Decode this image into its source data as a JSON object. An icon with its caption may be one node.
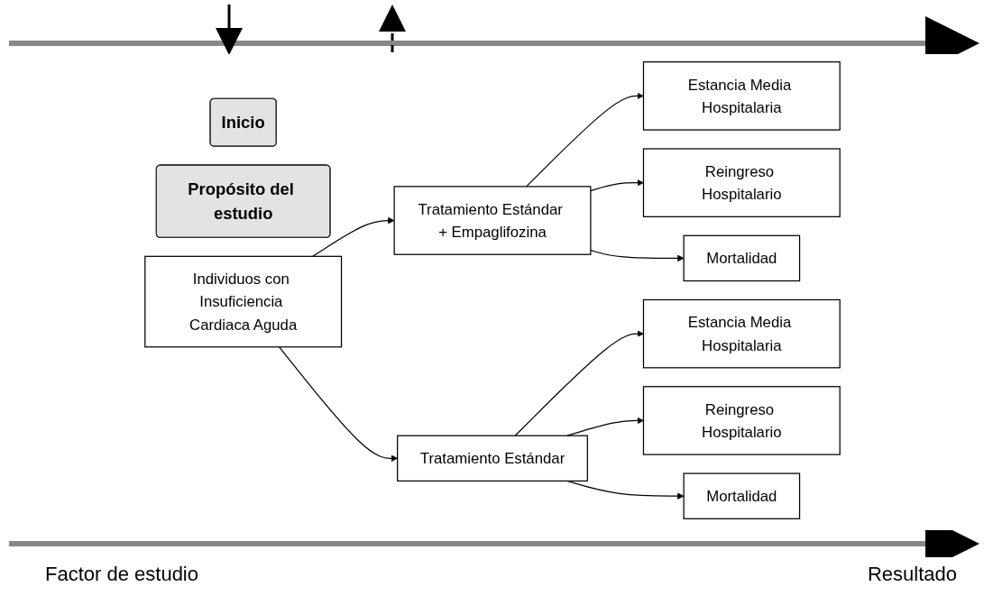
{
  "diagram": {
    "nodes": [
      {
        "text": [
          "Inicio"
        ]
      },
      {
        "text": [
          "Individuos con Insuficiencia Cardiaca Aguda"
        ]
      },
      {
        "text": [
          "Tratamiento Estándar + Empaglifozina"
        ]
      },
      {
        "text": [
          "Estancia Media Hospitalaria"
        ]
      },
      {
        "text": [
          "Reingreso Hospitalario"
        ]
      },
      {
        "text": [
          "Mortalidad"
        ]
      },
      {
        "text": [
          "Tratamiento Estándar"
        ]
      },
      {
        "text": [
          "Estancia Media Hospitalaria"
        ]
      },
      {
        "text": [
          "Reingreso Hospitalario"
        ]
      },
      {
        "text": [
          "Mortalidad"
        ]
      },
      {
        "text": [
          "Propósito del estudio"
        ]
      }
    ],
    "edges": [
      {
        "from": 1,
        "to": 2,
        "arrow": "to"
      },
      {
        "from": 1,
        "to": 6,
        "arrow": "to"
      },
      {
        "from": 2,
        "to": 3,
        "arrow": "to"
      },
      {
        "from": 2,
        "to": 4,
        "arrow": "to"
      },
      {
        "from": 2,
        "to": 5,
        "arrow": "to"
      },
      {
        "from": 6,
        "to": 7,
        "arrow": "to"
      },
      {
        "from": 6,
        "to": 8,
        "arrow": "to"
      },
      {
        "from": 6,
        "to": 9,
        "arrow": "to"
      }
    ],
    "labels": [
      "Factor de estudio",
      "Resultado"
    ]
  }
}
